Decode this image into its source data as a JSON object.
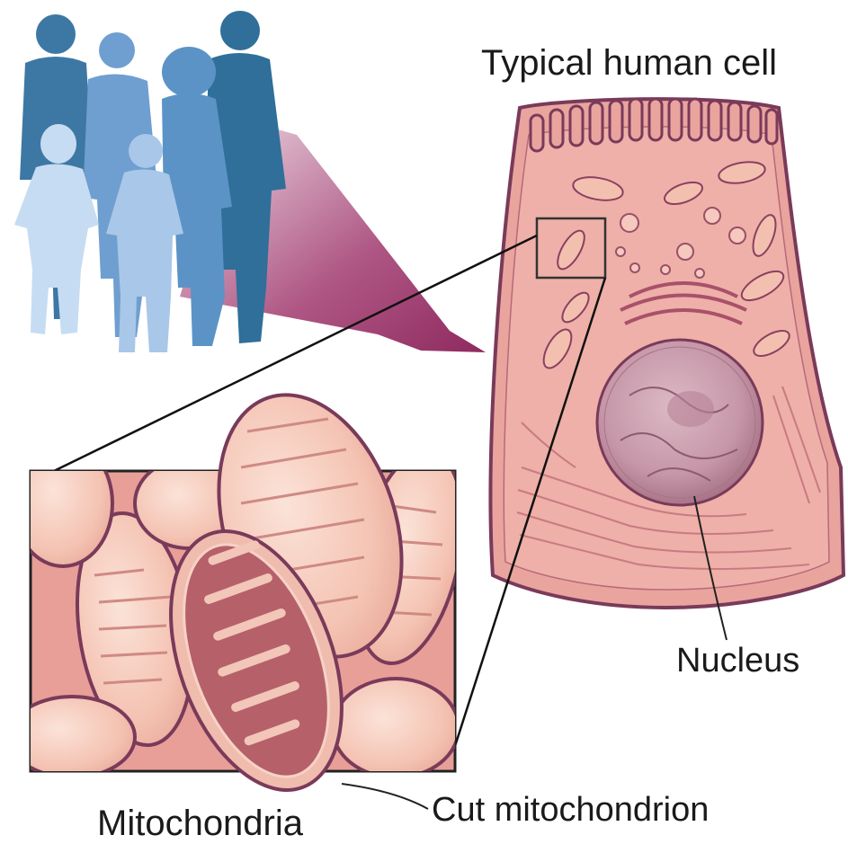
{
  "labels": {
    "title": "Typical human cell",
    "nucleus": "Nucleus",
    "cut_mitochondrion": "Cut mitochondrion",
    "mitochondria": "Mitochondria"
  },
  "colors": {
    "person_dark": "#2f6f9a",
    "person_mid": "#6f9fd0",
    "person_light": "#b9d3ef",
    "arrow": "#a0386e",
    "cell_fill": "#eaa49e",
    "cell_outline": "#7a3a5a",
    "mito_fill": "#f3c0b0",
    "mito_cristae": "#b6606a",
    "nucleus_fill": "#c798a8"
  }
}
